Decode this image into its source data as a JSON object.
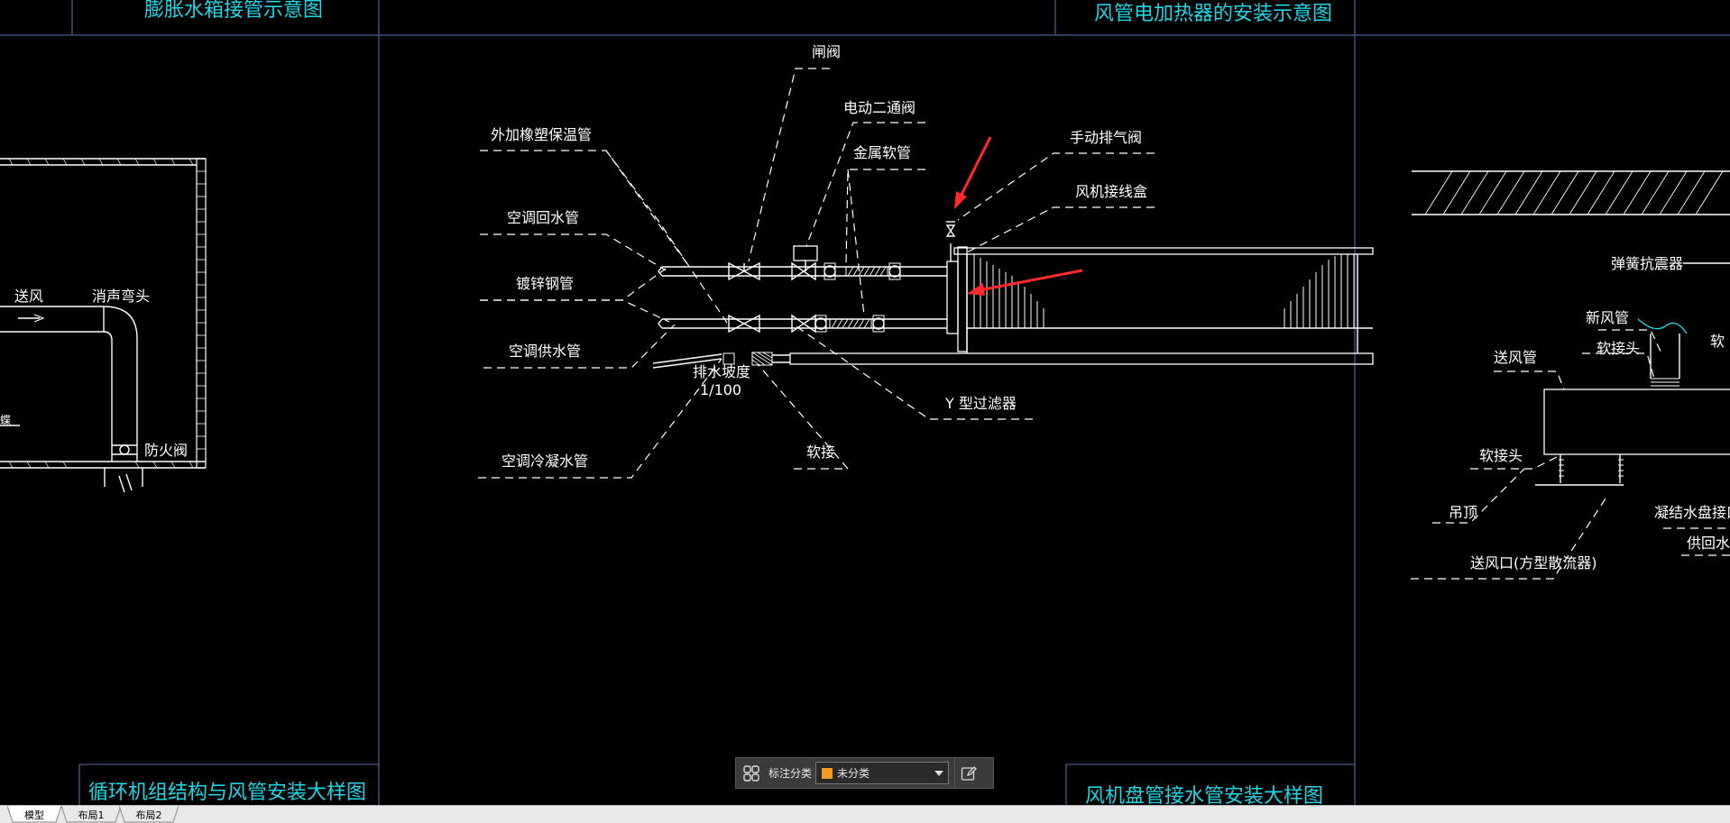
{
  "titles": {
    "top_left": "膨胀水箱接管示意图",
    "top_center": "风管电加热器的安装示意图",
    "bottom_left": "循环机组结构与风管安装大样图",
    "bottom_right": "风机盘管接水管安装大样图"
  },
  "left_detail": {
    "supply_air": "送风",
    "silencer_elbow": "消声弯头",
    "fire_damper": "防火阀",
    "partial_label": "蝶"
  },
  "center_detail": {
    "gate_valve": "闸阀",
    "electric_two_way_valve": "电动二通阀",
    "metal_hose": "金属软管",
    "manual_air_vent": "手动排气阀",
    "fan_junction_box": "风机接线盒",
    "insulation_pipe": "外加橡塑保温管",
    "ac_return_pipe": "空调回水管",
    "galvanized_steel_pipe": "镀锌钢管",
    "ac_supply_pipe": "空调供水管",
    "drain_slope": "排水坡度",
    "drain_slope_value": "1/100",
    "y_strainer": "Y 型过滤器",
    "ac_condensate_pipe": "空调冷凝水管",
    "flexible_joint": "软接"
  },
  "right_detail": {
    "spring_isolator": "弹簧抗震器",
    "fresh_air_duct": "新风管",
    "soft_joint_top": "软接头",
    "partial_soft": "软",
    "supply_duct": "送风管",
    "soft_joint_bottom": "软接头",
    "hanger_rod": "吊顶",
    "condensate_tray_port": "凝结水盘接口",
    "supply_return_pipe": "供回水管",
    "supply_diffuser": "送风口(方型散流器)"
  },
  "annotation_bar": {
    "label": "标注分类",
    "selected": "未分类",
    "swatch_color": "#f39c1f",
    "grid_icon": "grid-icon",
    "edit_icon": "edit-icon"
  },
  "tabs": [
    "模型",
    "布局1",
    "布局2"
  ],
  "colors": {
    "title_cyan": "#1fd6e6",
    "arrow_red": "#ff2a2a",
    "frame_blue": "#4a5a8a"
  }
}
